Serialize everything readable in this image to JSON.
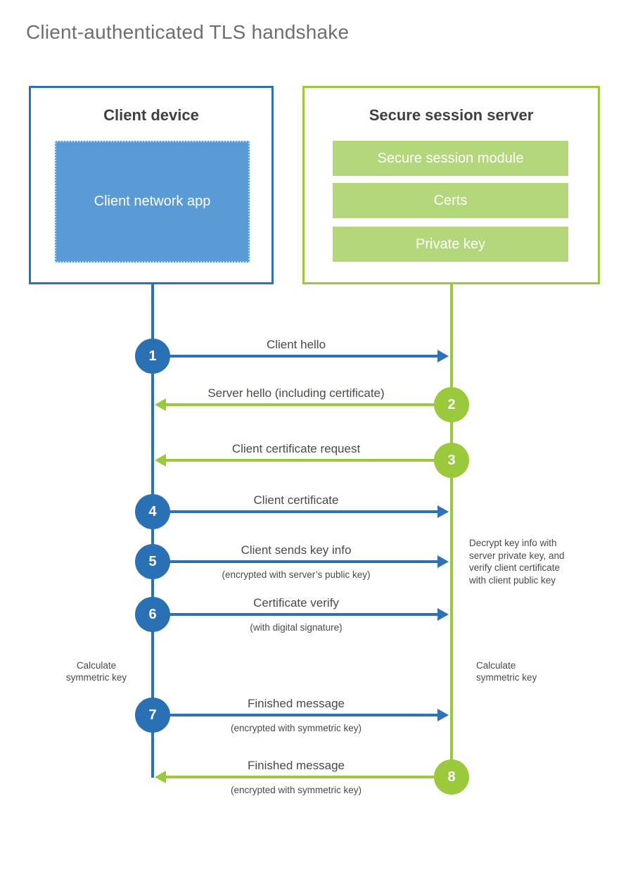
{
  "title": "Client-authenticated TLS handshake",
  "colors": {
    "client_blue": "#2d72b4",
    "client_app_blue": "#5b9bd5",
    "server_green": "#9ac93c",
    "server_bar_green": "#b3d77a",
    "heading_text": "#404040",
    "label_text": "#4a4a4a",
    "title_text": "#6e6e6e"
  },
  "client_box": {
    "heading": "Client device",
    "app_label": "Client network app"
  },
  "server_box": {
    "heading": "Secure session server",
    "modules": [
      "Secure session module",
      "Certs",
      "Private key"
    ]
  },
  "steps": [
    {
      "num": "1",
      "dir": "right",
      "from": "client",
      "label": "Client hello",
      "sublabel": ""
    },
    {
      "num": "2",
      "dir": "left",
      "from": "server",
      "label": "Server hello (including certificate)",
      "sublabel": ""
    },
    {
      "num": "3",
      "dir": "left",
      "from": "server",
      "label": "Client certificate request",
      "sublabel": ""
    },
    {
      "num": "4",
      "dir": "right",
      "from": "client",
      "label": "Client certificate",
      "sublabel": ""
    },
    {
      "num": "5",
      "dir": "right",
      "from": "client",
      "label": "Client sends key info",
      "sublabel": "(encrypted with server’s public key)"
    },
    {
      "num": "6",
      "dir": "right",
      "from": "client",
      "label": "Certificate verify",
      "sublabel": "(with digital signature)"
    },
    {
      "num": "7",
      "dir": "right",
      "from": "client",
      "label": "Finished message",
      "sublabel": "(encrypted with symmetric key)"
    },
    {
      "num": "8",
      "dir": "left",
      "from": "server",
      "label": "Finished message",
      "sublabel": "(encrypted with symmetric key)"
    }
  ],
  "side_note": {
    "lines": [
      "Decrypt key info with",
      "server private key, and",
      "verify client certificate",
      "with client public key"
    ]
  },
  "calc_left": "Calculate symmetric key",
  "calc_right": "Calculate symmetric key"
}
